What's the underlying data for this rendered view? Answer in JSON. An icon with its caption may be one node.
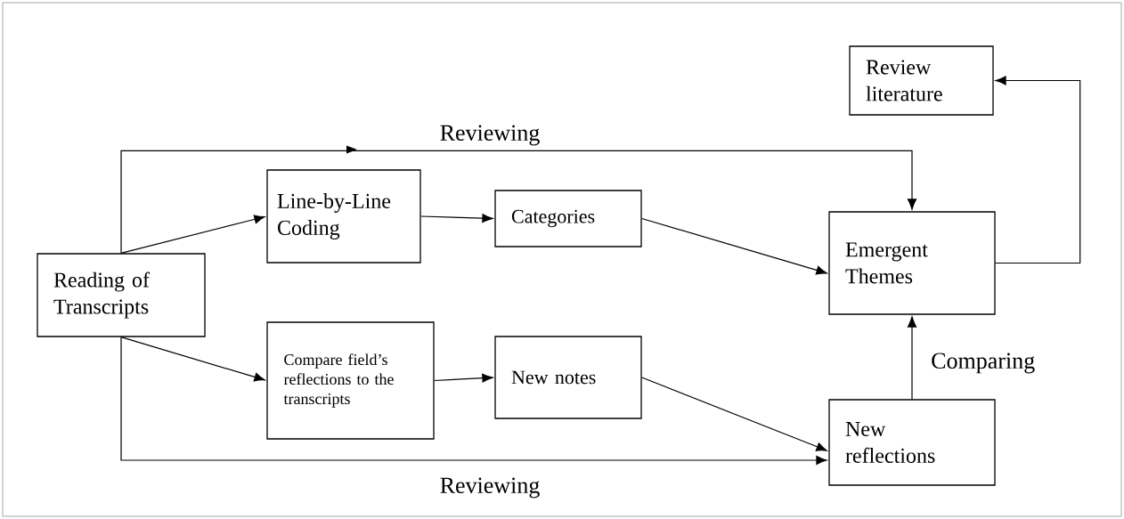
{
  "diagram": {
    "nodes": [
      {
        "text": [
          "Reading of Transcripts"
        ]
      },
      {
        "text": [
          "Line-by-Line Coding"
        ]
      },
      {
        "text": [
          "Categories"
        ]
      },
      {
        "text": [
          "Compare field’s reflections to the transcripts"
        ]
      },
      {
        "text": [
          "New notes"
        ]
      },
      {
        "text": [
          "Emergent Themes"
        ]
      },
      {
        "text": [
          "New reflections"
        ]
      },
      {
        "text": [
          "Review literature"
        ]
      }
    ],
    "edges": [
      {
        "from": 0,
        "to": 1,
        "arrow": "to"
      },
      {
        "from": 1,
        "to": 2,
        "arrow": "to"
      },
      {
        "from": 2,
        "to": 5,
        "arrow": "to"
      },
      {
        "from": 0,
        "to": 3,
        "arrow": "to"
      },
      {
        "from": 3,
        "to": 4,
        "arrow": "to"
      },
      {
        "from": 4,
        "to": 6,
        "arrow": "to"
      },
      {
        "from": 6,
        "to": 5,
        "arrow": "to",
        "label": "Comparing"
      },
      {
        "from": 5,
        "to": 7,
        "arrow": "to"
      },
      {
        "from": 0,
        "to": 5,
        "arrow": "to",
        "label": "Reviewing"
      },
      {
        "from": 0,
        "to": 6,
        "arrow": "to",
        "label": "Reviewing"
      }
    ]
  }
}
